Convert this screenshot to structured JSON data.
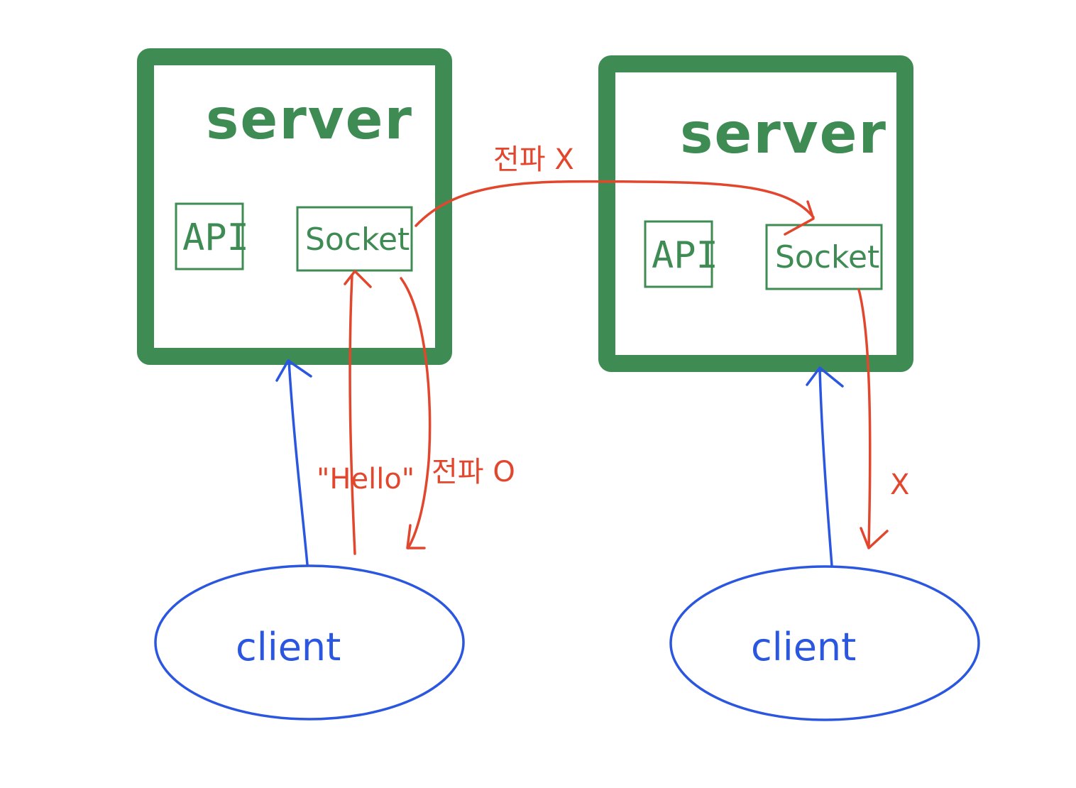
{
  "colors": {
    "server": "#3e8c53",
    "client": "#2b57e0",
    "socket_flow": "#e2472e"
  },
  "servers": [
    {
      "title": "server",
      "api_label": "API",
      "socket_label": "Socket"
    },
    {
      "title": "server",
      "api_label": "API",
      "socket_label": "Socket"
    }
  ],
  "clients": [
    {
      "label": "client"
    },
    {
      "label": "client"
    }
  ],
  "annotations": {
    "cross_server_label": "전파 X",
    "message_label": "\"Hello\"",
    "same_server_label": "전파 O",
    "blocked_label": "X"
  }
}
